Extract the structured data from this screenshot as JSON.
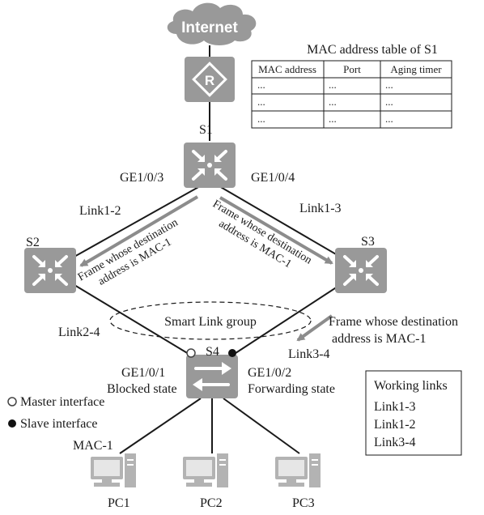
{
  "cloud": {
    "label": "Internet"
  },
  "table": {
    "title": "MAC address table of S1",
    "headers": [
      "MAC address",
      "Port",
      "Aging timer"
    ],
    "rows": [
      [
        "...",
        "...",
        "..."
      ],
      [
        "...",
        "...",
        "..."
      ],
      [
        "...",
        "...",
        "..."
      ]
    ]
  },
  "router": {
    "symbol": "R"
  },
  "switches": {
    "s1": "S1",
    "s2": "S2",
    "s3": "S3",
    "s4": "S4"
  },
  "ports": {
    "s1_left": "GE1/0/3",
    "s1_right": "GE1/0/4",
    "s4_left": "GE1/0/1",
    "s4_right": "GE1/0/2",
    "s4_left_state": "Blocked state",
    "s4_right_state": "Forwarding state"
  },
  "links": {
    "l12": "Link1-2",
    "l13": "Link1-3",
    "l24": "Link2-4",
    "l34": "Link3-4"
  },
  "frames": {
    "left_line1": "Frame whose destination",
    "left_line2": "address is MAC-1",
    "mid_line1": "Frame whose destination",
    "mid_line2": "address is MAC-1",
    "right_line1": "Frame whose destination",
    "right_line2": "address is MAC-1"
  },
  "group": {
    "label": "Smart Link group"
  },
  "legend": {
    "master": "Master interface",
    "slave": "Slave interface"
  },
  "working": {
    "title": "Working links",
    "items": [
      "Link1-3",
      "Link1-2",
      "Link3-4"
    ]
  },
  "hosts": {
    "mac": "MAC-1",
    "pc1": "PC1",
    "pc2": "PC2",
    "pc3": "PC3"
  },
  "colors": {
    "device": "#999999",
    "arrow": "#8c8c8c",
    "line": "#1a1a1a"
  }
}
